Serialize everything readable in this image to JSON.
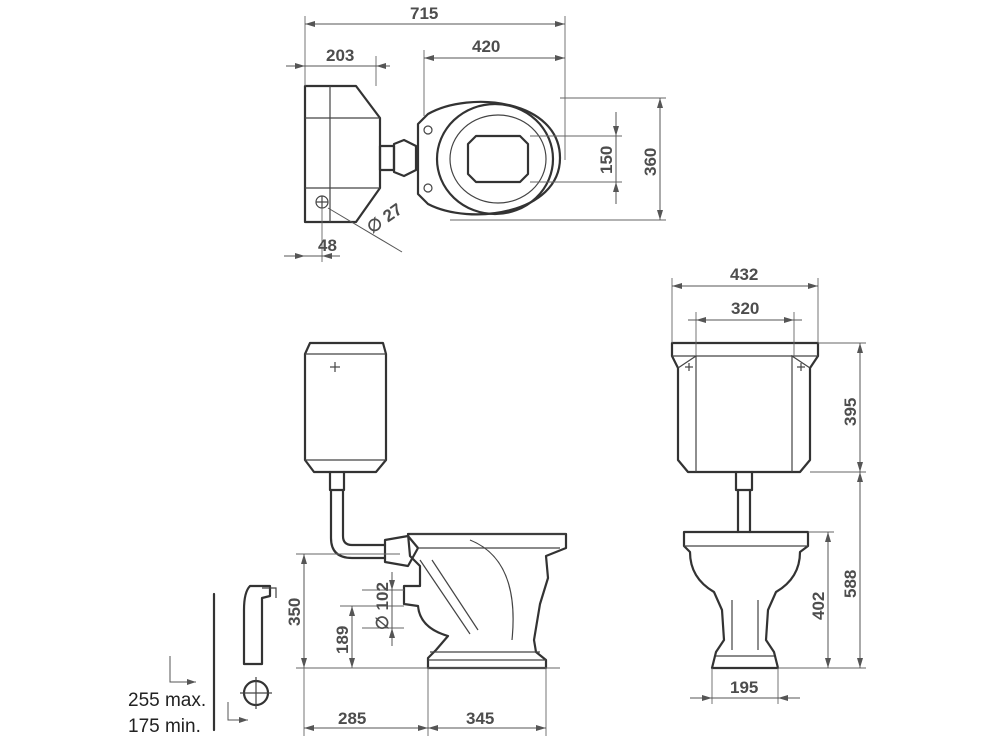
{
  "dimensions": {
    "overall_length": "715",
    "cistern_depth": "203",
    "pan_length": "420",
    "seat_opening": "150",
    "pan_width": "360",
    "cistern_offset": "48",
    "pipe_diameter": "∅ 27",
    "cistern_width": "432",
    "cistern_inner_width": "320",
    "cistern_height": "395",
    "pan_height_total": "588",
    "pan_height": "402",
    "foot_width": "195",
    "outlet_height": "350",
    "outlet_centre": "189",
    "outlet_diameter": "∅ 102",
    "outlet_to_wall": "285",
    "foot_length": "345"
  },
  "notes": {
    "max_label": "255 max.",
    "min_label": "175 min."
  }
}
